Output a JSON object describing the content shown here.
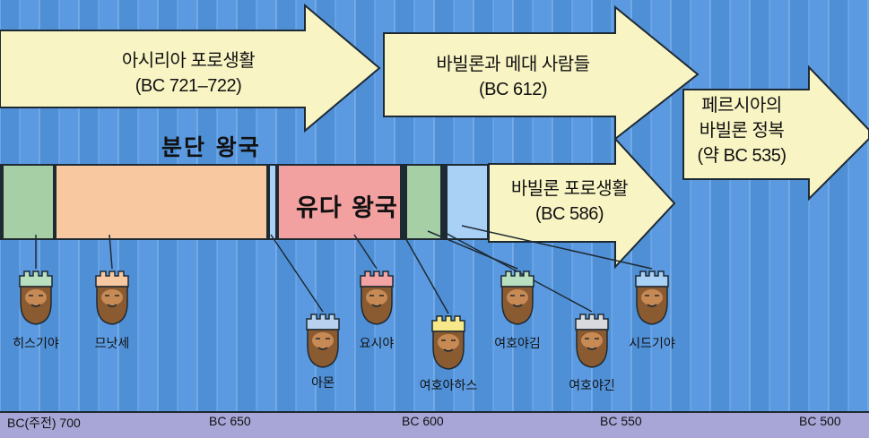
{
  "arrows": [
    {
      "title": "아시리아 포로생활",
      "date": "(BC 721–722)"
    },
    {
      "title": "바빌론과 메대 사람들",
      "date": "(BC 612)"
    },
    {
      "title": "바빌론 포로생활",
      "date": "(BC 586)"
    },
    {
      "line1": "페르시아의",
      "line2": "바빌론 정복",
      "date": "(약 BC 535)"
    }
  ],
  "divided_kingdom_label": "분단 왕국",
  "judah_label": "유다 왕국",
  "kings": [
    "히스기야",
    "므낫세",
    "아몬",
    "요시야",
    "여호아하스",
    "여호야김",
    "여호야긴",
    "시드기야"
  ],
  "axis_ticks": [
    "BC(주전) 700",
    "BC 650",
    "BC 600",
    "BC 550",
    "BC 500"
  ],
  "colors": {
    "background": "#4f8fd6",
    "arrow_fill": "#f8f4c4",
    "band_green": "#a7cfa6",
    "band_peach": "#f8c9a0",
    "band_pink": "#f2a0a0",
    "band_lightblue": "#a9d0f5",
    "axis": "#a7a6d6"
  }
}
